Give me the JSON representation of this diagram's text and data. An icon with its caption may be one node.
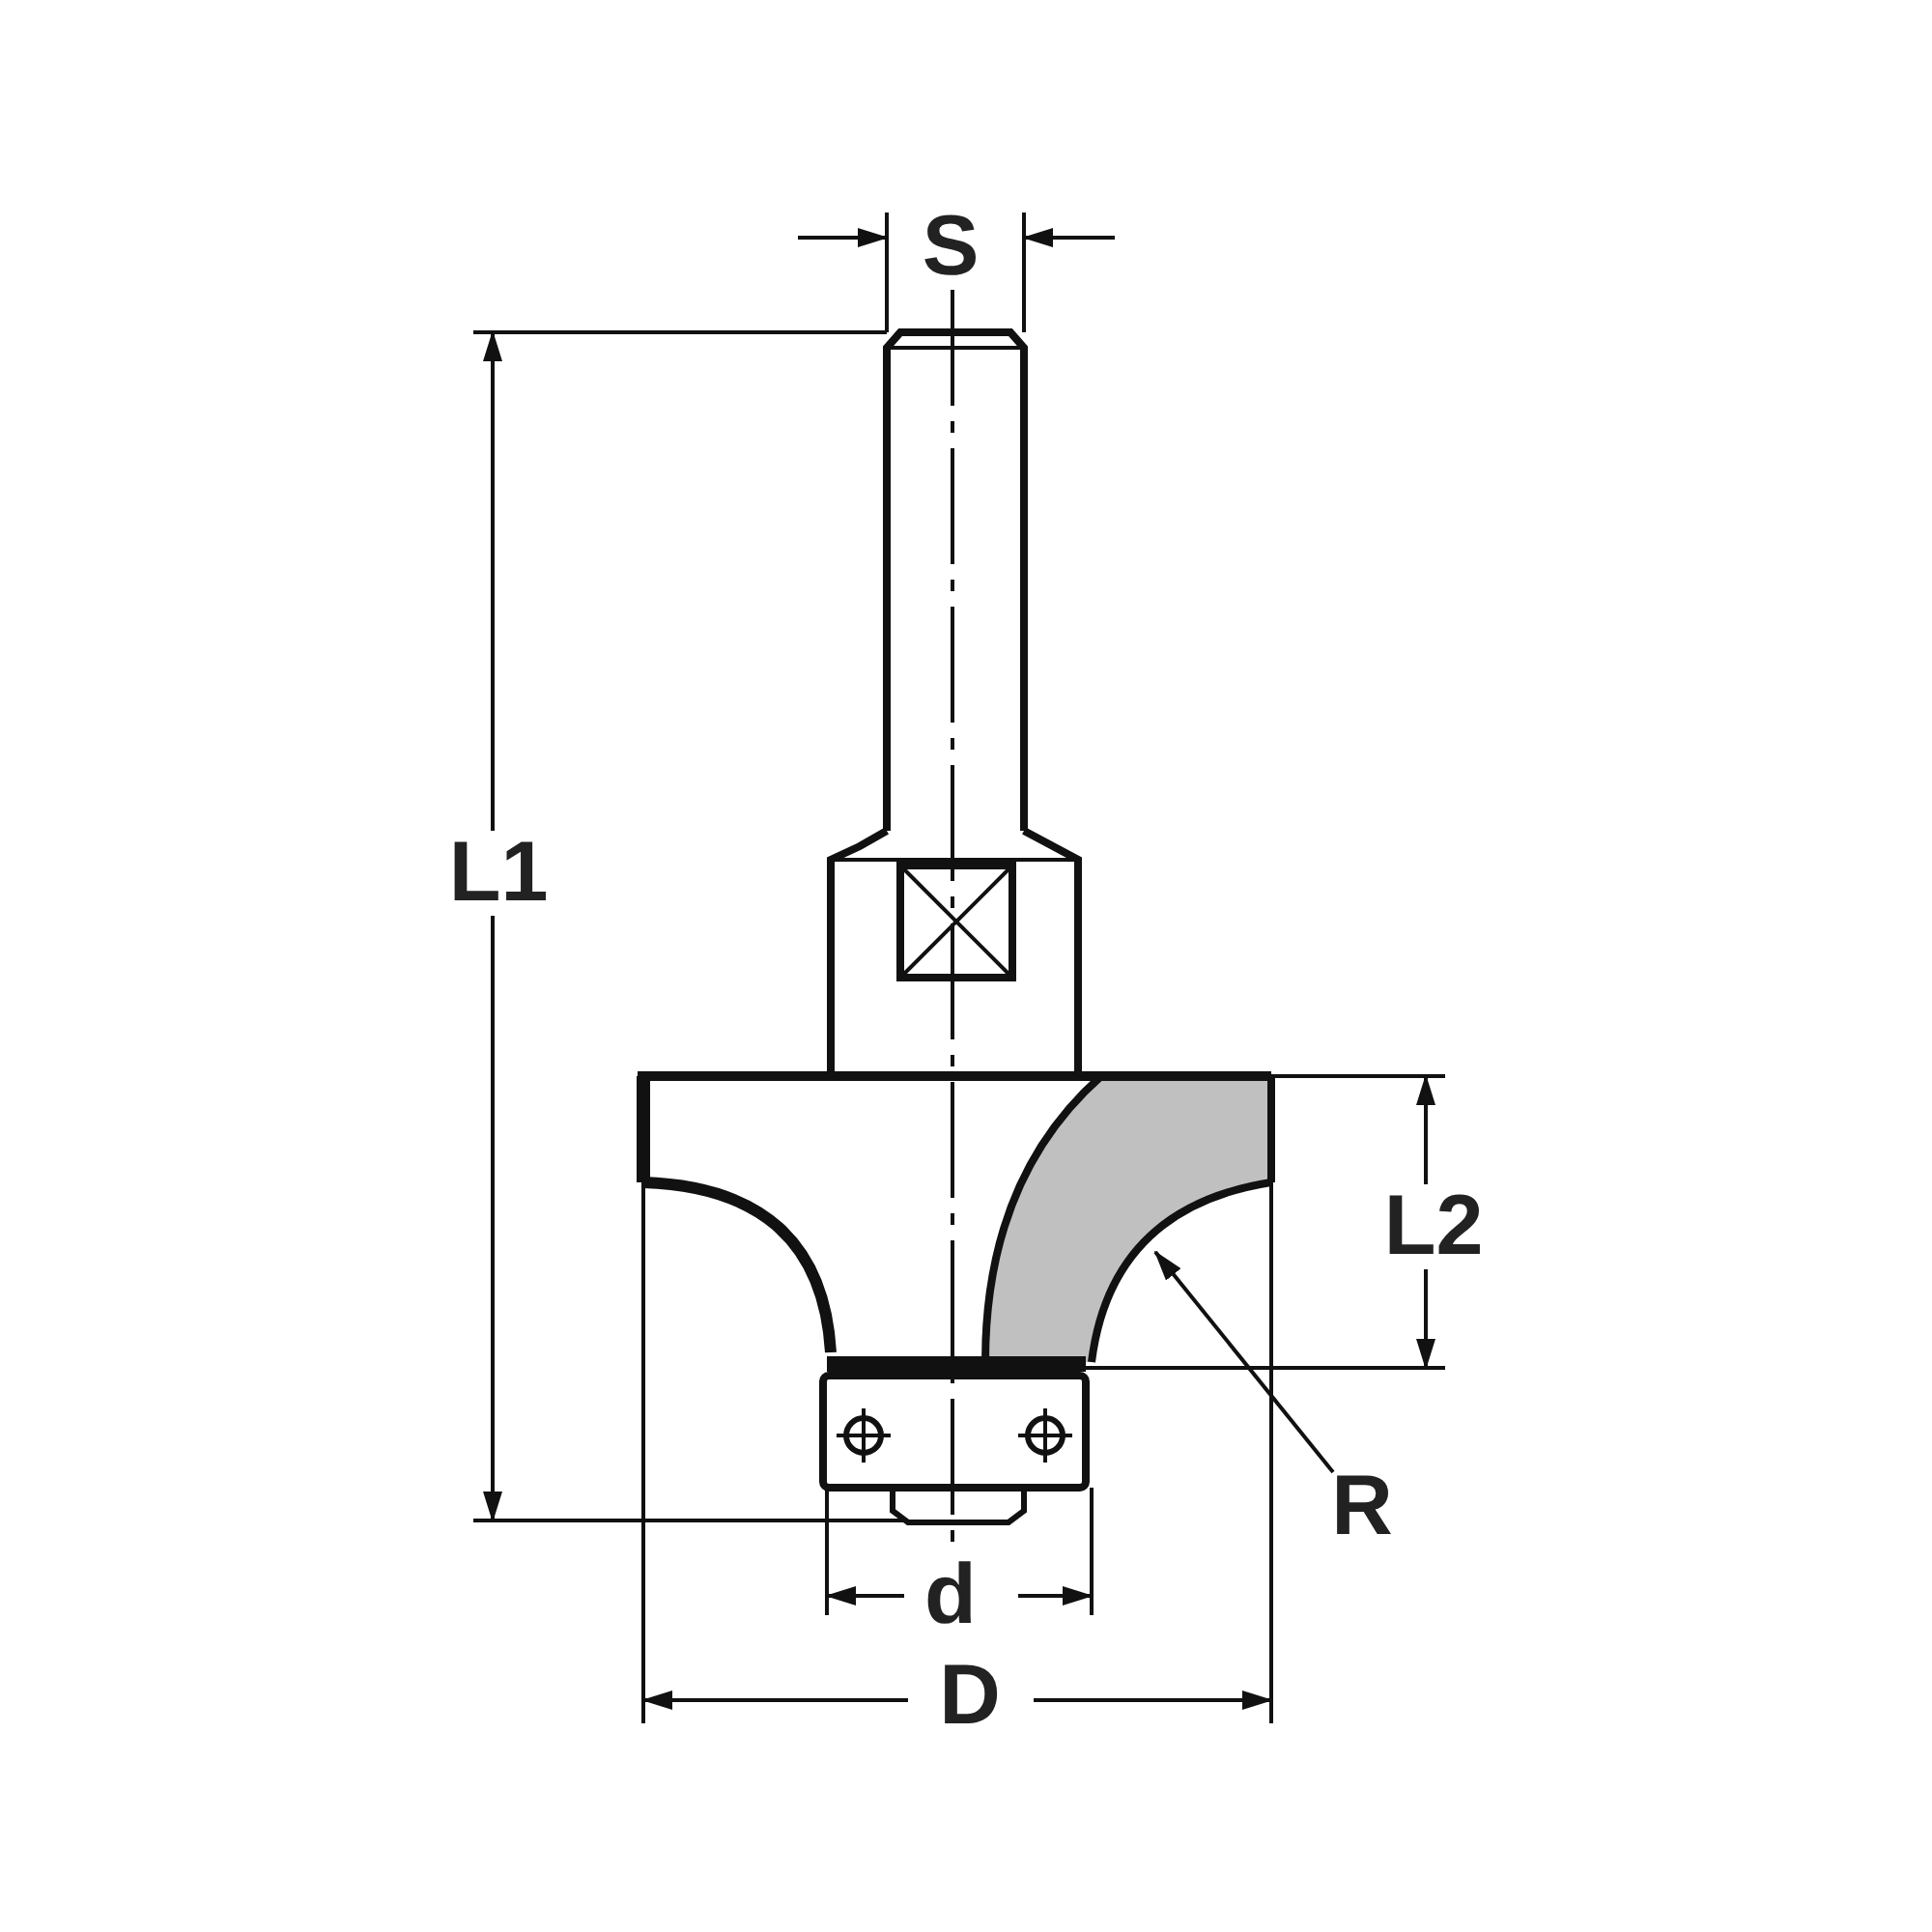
{
  "diagram": {
    "nodes": [
      {
        "text": [
          "R"
        ]
      },
      {
        "text": [],
        "shape": "curve"
      }
    ],
    "edges": [
      {
        "from": 0,
        "to": 1,
        "arrow": "to"
      }
    ],
    "labels": [
      "S",
      "L1",
      "L2",
      "d",
      "D"
    ]
  }
}
